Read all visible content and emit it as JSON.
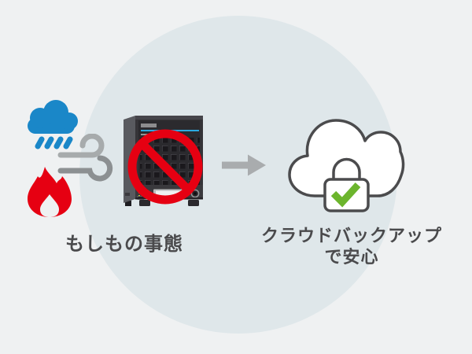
{
  "colors": {
    "bg": "#eff1f2",
    "circle": "#dfe7ea",
    "rain_blue": "#1a87c8",
    "wind_light": "#a7abac",
    "wind_dark": "#8c9092",
    "alert_red": "#e60012",
    "arrow_gray": "#a9acae",
    "outline_dark": "#4b4b4d",
    "check_green": "#6cb52d",
    "text_dark": "#4a4a4c",
    "nas_front": "#353438",
    "nas_side": "#595a5f",
    "nas_cyan": "#2ba9e0",
    "nas_led": "#7dc41e"
  },
  "left": {
    "caption": "もしもの事態"
  },
  "right": {
    "caption_line1": "クラウドバックアップ",
    "caption_line2": "で安心"
  },
  "icons": {
    "rain_cloud": "rain-cloud-icon",
    "wind": "wind-icon",
    "fire": "fire-icon",
    "nas": "nas-device",
    "prohibition": "prohibition-icon",
    "arrow": "arrow-right-icon",
    "backup_cloud": "cloud-icon",
    "padlock": "padlock-icon",
    "check": "check-icon"
  }
}
